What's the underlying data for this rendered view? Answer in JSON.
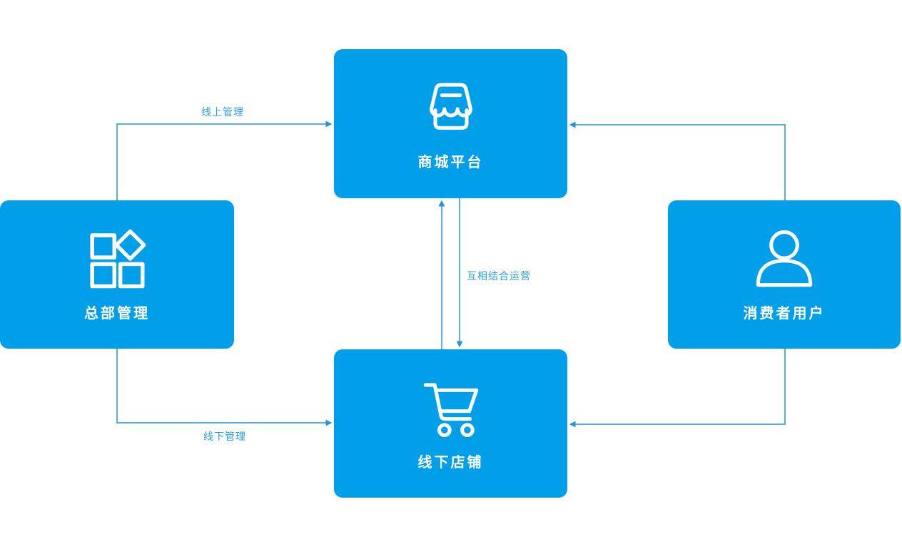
{
  "diagram": {
    "type": "flow-diagram",
    "background": "#ffffff"
  },
  "colors": {
    "node_fill": "#019fe9",
    "node_text": "#ffffff",
    "connector": "#2096d8",
    "edge_label_text": "#2a9fe0"
  },
  "nodes": [
    {
      "id": "mall",
      "label": "商城平台",
      "icon": "storefront-icon",
      "position": "top-center"
    },
    {
      "id": "hq",
      "label": "总部管理",
      "icon": "grid-apps-icon",
      "position": "middle-left"
    },
    {
      "id": "consumer",
      "label": "消费者用户",
      "icon": "person-icon",
      "position": "middle-right"
    },
    {
      "id": "offline",
      "label": "线下店铺",
      "icon": "shopping-cart-icon",
      "position": "bottom-center"
    }
  ],
  "edges": [
    {
      "from": "总部管理",
      "to": "商城平台",
      "label": "线上管理"
    },
    {
      "from": "总部管理",
      "to": "线下店铺",
      "label": "线下管理"
    },
    {
      "from": "线下店铺",
      "to": "商城平台",
      "label": "互相结合运营"
    },
    {
      "from": "商城平台",
      "to": "线下店铺",
      "label": ""
    },
    {
      "from": "消费者用户",
      "to": "商城平台",
      "label": ""
    },
    {
      "from": "消费者用户",
      "to": "线下店铺",
      "label": ""
    }
  ]
}
